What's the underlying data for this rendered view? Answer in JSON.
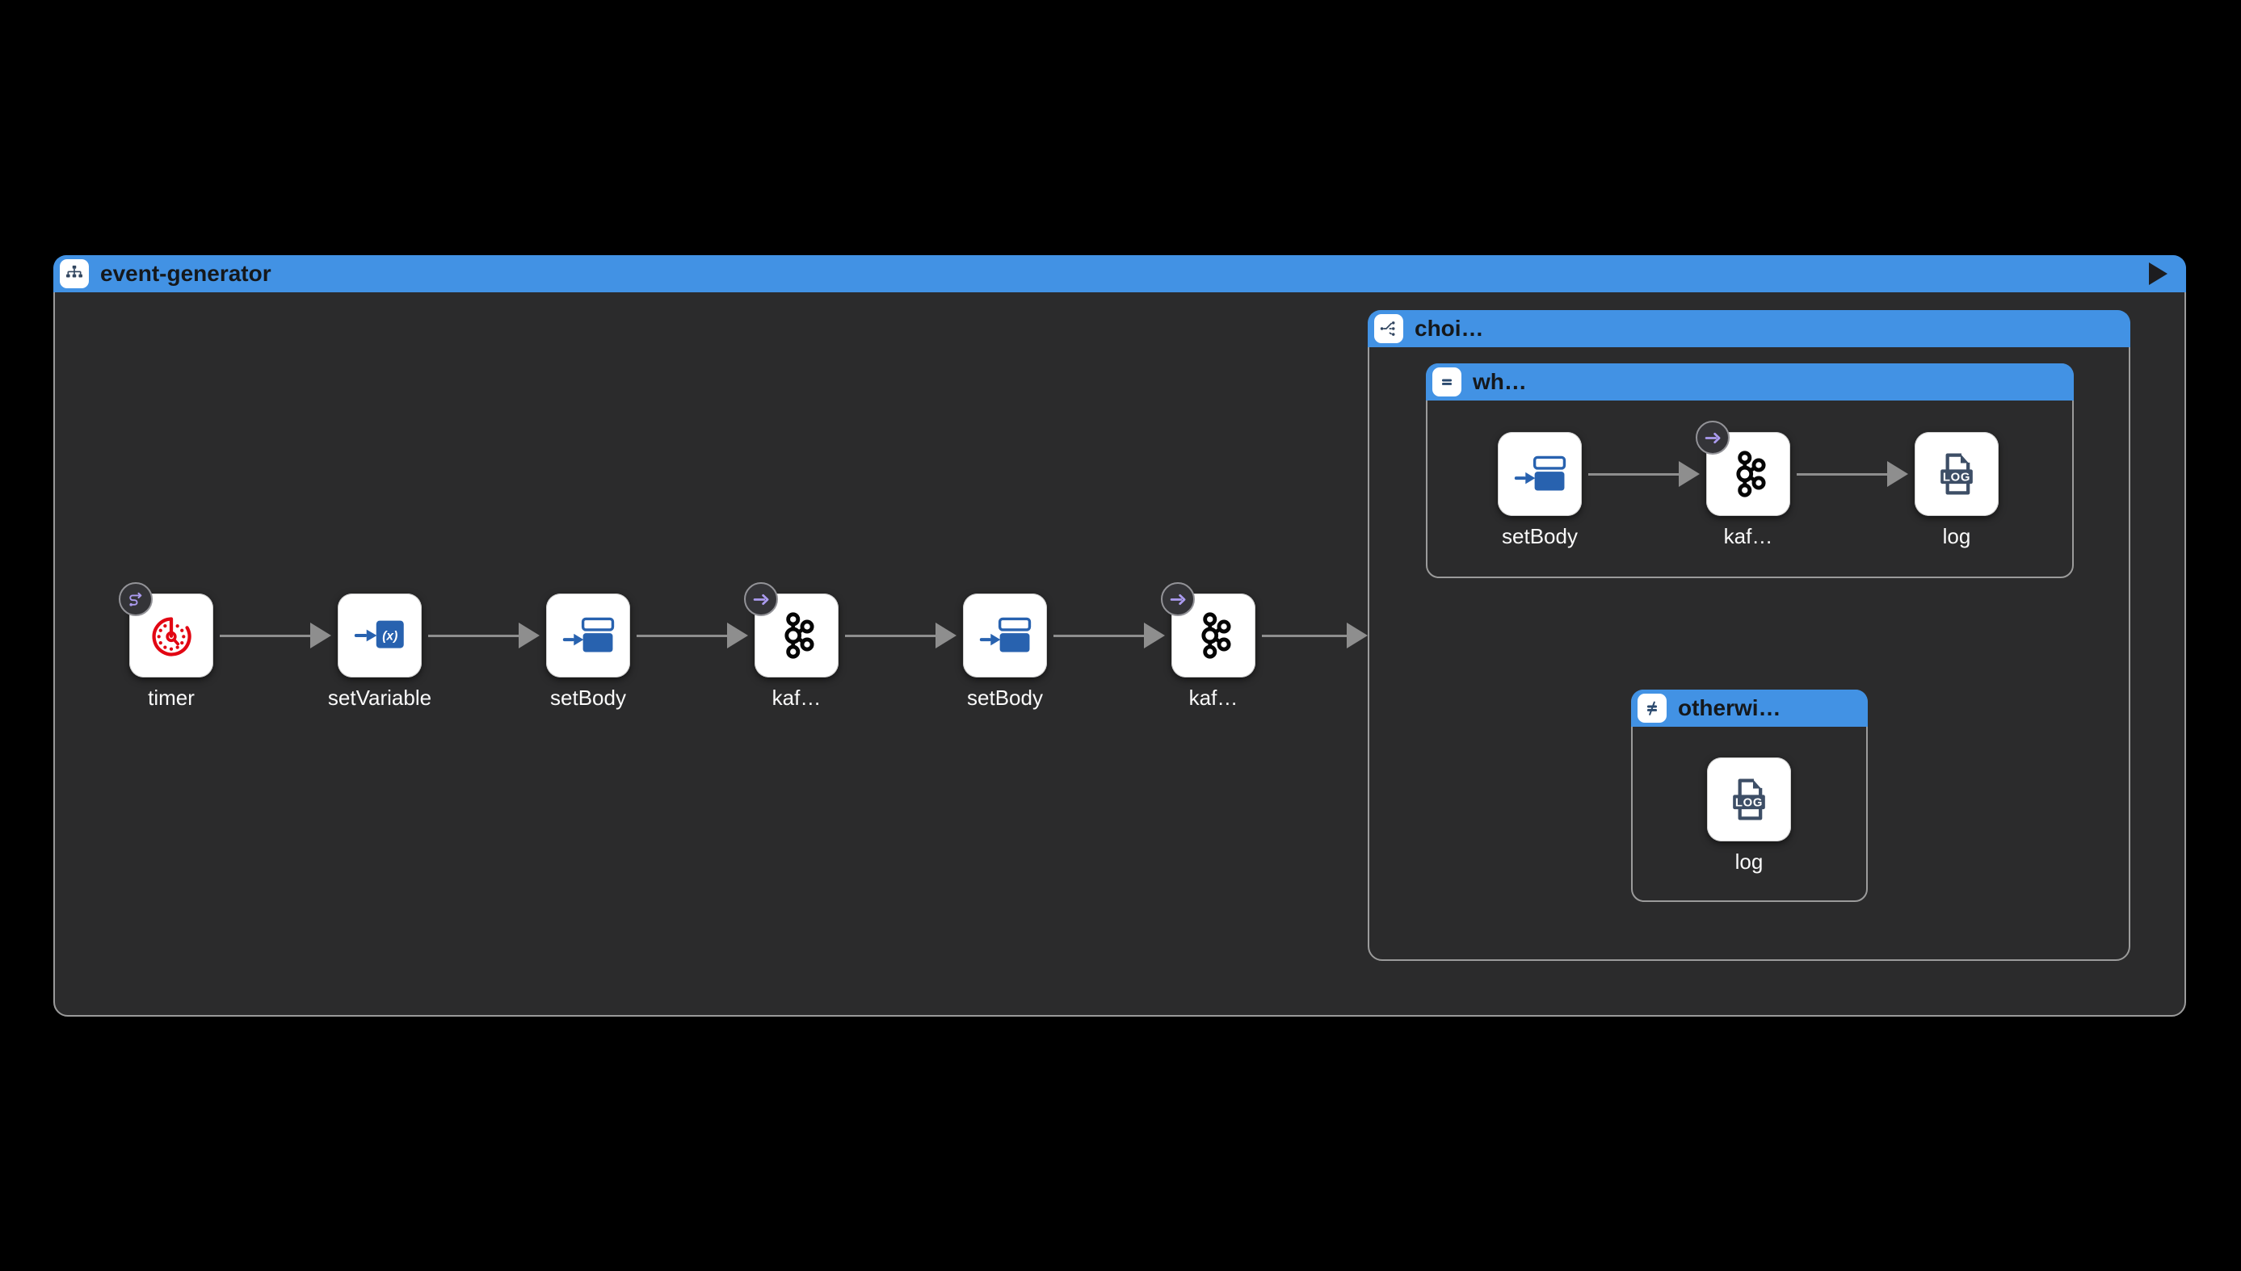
{
  "flow": {
    "title": "event-generator",
    "steps": [
      {
        "label": "timer",
        "icon": "timer-clock-icon",
        "badge": "route-arrow-badge"
      },
      {
        "label": "setVariable",
        "icon": "set-variable-icon",
        "badge": null
      },
      {
        "label": "setBody",
        "icon": "set-body-icon",
        "badge": null
      },
      {
        "label": "kaf…",
        "icon": "kafka-icon",
        "badge": "to-arrow-badge"
      },
      {
        "label": "setBody",
        "icon": "set-body-icon",
        "badge": null
      },
      {
        "label": "kaf…",
        "icon": "kafka-icon",
        "badge": "to-arrow-badge"
      }
    ],
    "choice": {
      "title": "choi…",
      "icon": "branch-icon",
      "when": {
        "title": "wh…",
        "icon": "equals-icon",
        "steps": [
          {
            "label": "setBody",
            "icon": "set-body-icon",
            "badge": null
          },
          {
            "label": "kaf…",
            "icon": "kafka-icon",
            "badge": "to-arrow-badge"
          },
          {
            "label": "log",
            "icon": "log-file-icon",
            "badge": null
          }
        ]
      },
      "otherwise": {
        "title": "otherwi…",
        "icon": "not-equals-icon",
        "steps": [
          {
            "label": "log",
            "icon": "log-file-icon",
            "badge": null
          }
        ]
      }
    },
    "header_icons": {
      "route": "sitemap-icon",
      "play": "play-icon"
    }
  },
  "colors": {
    "page_bg": "#000000",
    "canvas_bg": "#2b2b2c",
    "header_blue": "#4292e4",
    "border_gray": "#9b9b9b",
    "arrow_gray": "#8e8e8e",
    "node_bg": "#ffffff",
    "header_text": "#15181b",
    "label_text": "#fafafa",
    "timer_red": "#e20613",
    "camel_blue": "#2862af",
    "log_navy": "#3d4e66",
    "kafka_black": "#050505",
    "badge_purple": "#ab9bf0",
    "badge_bg": "#343438"
  }
}
